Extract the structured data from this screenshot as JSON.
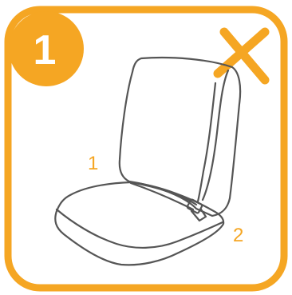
{
  "figure": {
    "step_badge_text": "1",
    "seat_labels": {
      "backrest": "1",
      "seat_base": "2"
    },
    "status_mark": "cross-icon",
    "colors": {
      "accent": "#F5A623",
      "line": "#555555",
      "background": "#FFFFFF"
    }
  }
}
